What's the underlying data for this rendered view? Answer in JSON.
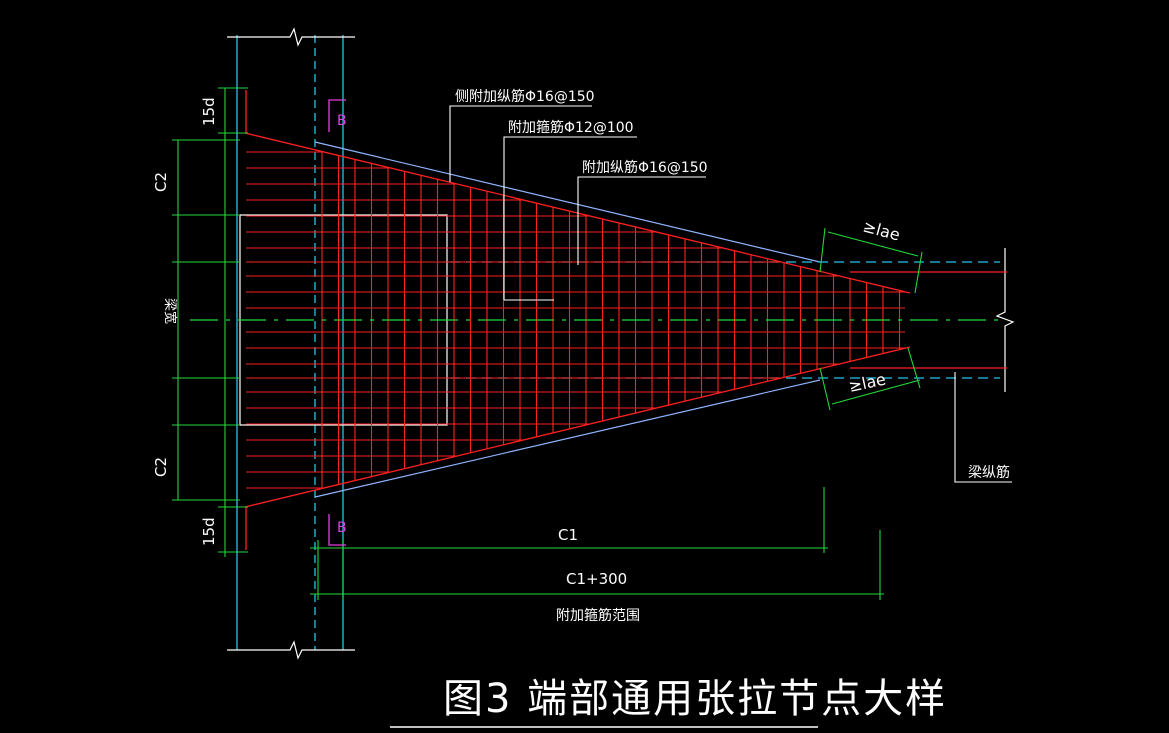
{
  "title": "图3  端部通用张拉节点大样",
  "section_marks": {
    "top": "B",
    "bottom": "B"
  },
  "labels": {
    "side_longitudinal": "侧附加纵筋Φ16@150",
    "extra_stirrup": "附加箍筋Φ12@100",
    "extra_longitudinal": "附加纵筋Φ16@150",
    "lae_top": "≥lae",
    "lae_bottom": "≥lae",
    "beam_longitudinal": "梁纵筋",
    "beam_width": "梁宽"
  },
  "dimensions": {
    "hook_top": "15d",
    "c2_top": "C2",
    "c2_bottom": "C2",
    "hook_bottom": "15d",
    "c1": "C1",
    "c1_plus": "C1+300",
    "stirrup_range": "附加箍筋范围"
  },
  "colors": {
    "background": "#000000",
    "rebar": "#ff2020",
    "dimension": "#22d83a",
    "outline": "#ffffff",
    "column_line": "#27c4e8",
    "haunch_edge": "#8fb4ff",
    "section_mark": "#e040e0",
    "text": "#ffffff"
  }
}
